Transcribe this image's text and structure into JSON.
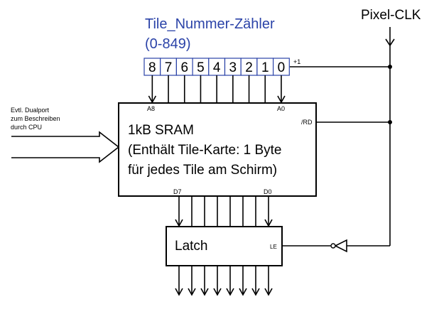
{
  "counter": {
    "title": "Tile_Nummer-Zähler",
    "range": "(0-849)",
    "bits": [
      "8",
      "7",
      "6",
      "5",
      "4",
      "3",
      "2",
      "1",
      "0"
    ],
    "increment": "+1",
    "color": "#2b43a8"
  },
  "clock": {
    "label": "Pixel-CLK"
  },
  "cpu_note": {
    "lines": [
      "Evtl. Dualport",
      "zum Beschreiben",
      "durch CPU"
    ]
  },
  "sram": {
    "lines": [
      "1kB SRAM",
      "(Enthält Tile-Karte: 1 Byte",
      "für jedes Tile am Schirm)"
    ],
    "addr_msb": "A8",
    "addr_lsb": "A0",
    "read_pin": "/RD",
    "data_msb": "D7",
    "data_lsb": "D0"
  },
  "latch": {
    "label": "Latch",
    "enable_pin": "LE"
  }
}
